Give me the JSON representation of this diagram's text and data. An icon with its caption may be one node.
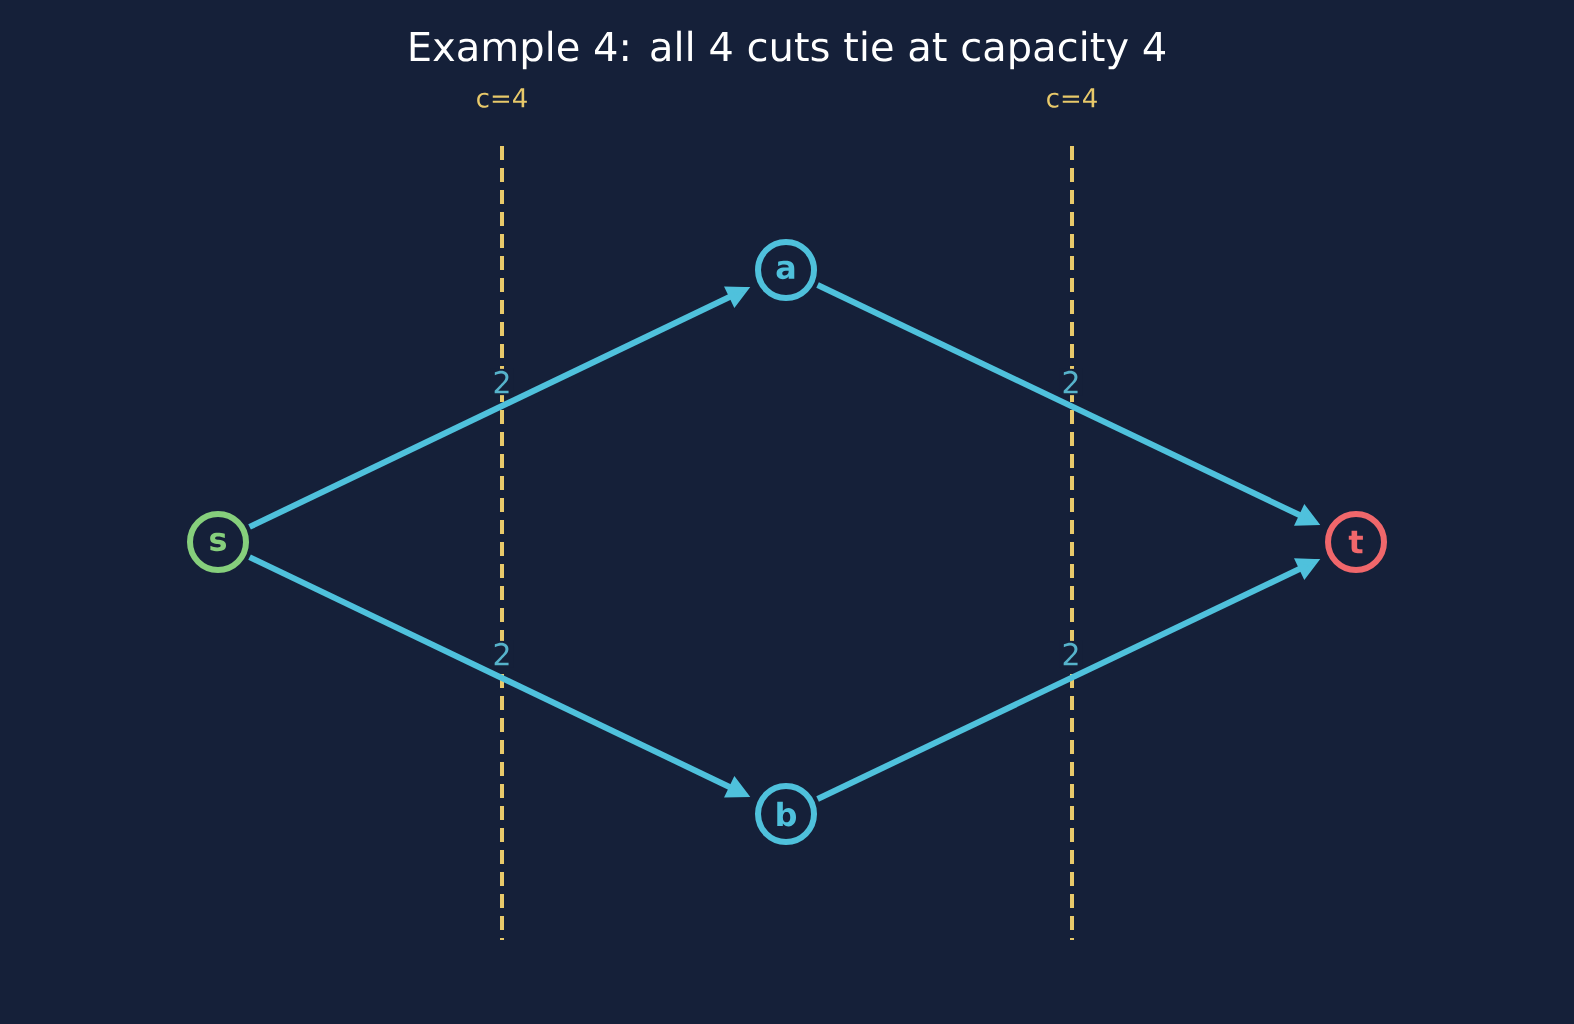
{
  "diagram": {
    "title": "Example 4: all 4 cuts tie at capacity 4",
    "nodes": [
      {
        "text": [
          "s"
        ]
      },
      {
        "text": [
          "a"
        ]
      },
      {
        "text": [
          "b"
        ]
      },
      {
        "text": [
          "t"
        ]
      }
    ],
    "edges": [
      {
        "from": 0,
        "to": 1,
        "arrow": "to",
        "label": "2"
      },
      {
        "from": 0,
        "to": 2,
        "arrow": "to",
        "label": "2"
      },
      {
        "from": 1,
        "to": 3,
        "arrow": "to",
        "label": "2"
      },
      {
        "from": 2,
        "to": 3,
        "arrow": "to",
        "label": "2"
      }
    ],
    "labels": [
      "c=4",
      "c=4"
    ]
  }
}
